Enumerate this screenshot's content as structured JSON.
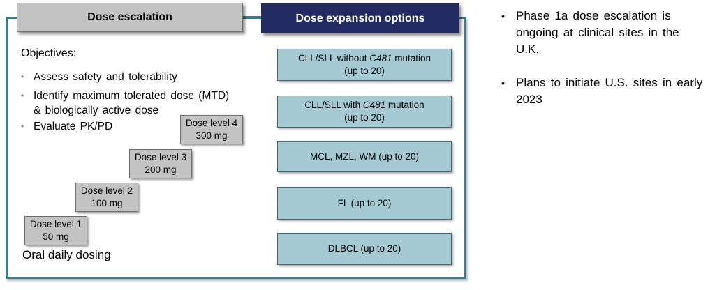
{
  "glyphs": {
    "bullet": "•"
  },
  "colors": {
    "teal_border": "#3e7a8c",
    "navy_header": "#232961",
    "light_blue_box": "#a6cad3",
    "gray_box": "#c3c3c3",
    "box_border_gray": "#6e6e6e",
    "box_border_blue": "#47626c",
    "bullet_gray": "#8a8a8a"
  },
  "escalation": {
    "header": "Dose escalation",
    "objectives_title": "Objectives:",
    "bullets": [
      {
        "lines": [
          "Assess safety and tolerability"
        ]
      },
      {
        "lines": [
          "Identify maximum tolerated dose (MTD)",
          "& biologically active dose"
        ]
      },
      {
        "lines": [
          "Evaluate PK/PD"
        ]
      }
    ],
    "dose_levels": [
      {
        "name": "Dose level 1",
        "dose": "50 mg"
      },
      {
        "name": "Dose level 2",
        "dose": "100 mg"
      },
      {
        "name": "Dose level 3",
        "dose": "200 mg"
      },
      {
        "name": "Dose level 4",
        "dose": "300 mg"
      }
    ],
    "footnote": "Oral daily dosing"
  },
  "expansion": {
    "header": "Dose expansion options",
    "boxes": [
      {
        "line1_pre": "CLL/SLL without ",
        "line1_italic": "C481",
        "line1_post": " mutation",
        "line2": "(up to 20)"
      },
      {
        "line1_pre": "CLL/SLL with ",
        "line1_italic": "C481",
        "line1_post": " mutation",
        "line2": "(up to 20)"
      },
      {
        "line1_pre": "MCL, MZL, WM (up to 20)"
      },
      {
        "line1_pre": "FL (up to 20)"
      },
      {
        "line1_pre": "DLBCL (up to 20)"
      }
    ]
  },
  "notes": {
    "bullets": [
      {
        "lines": [
          "Phase 1a dose escalation is",
          "ongoing at clinical sites in the",
          "U.K."
        ]
      },
      {
        "lines": [
          "Plans to initiate U.S. sites in early",
          "2023"
        ]
      }
    ]
  }
}
